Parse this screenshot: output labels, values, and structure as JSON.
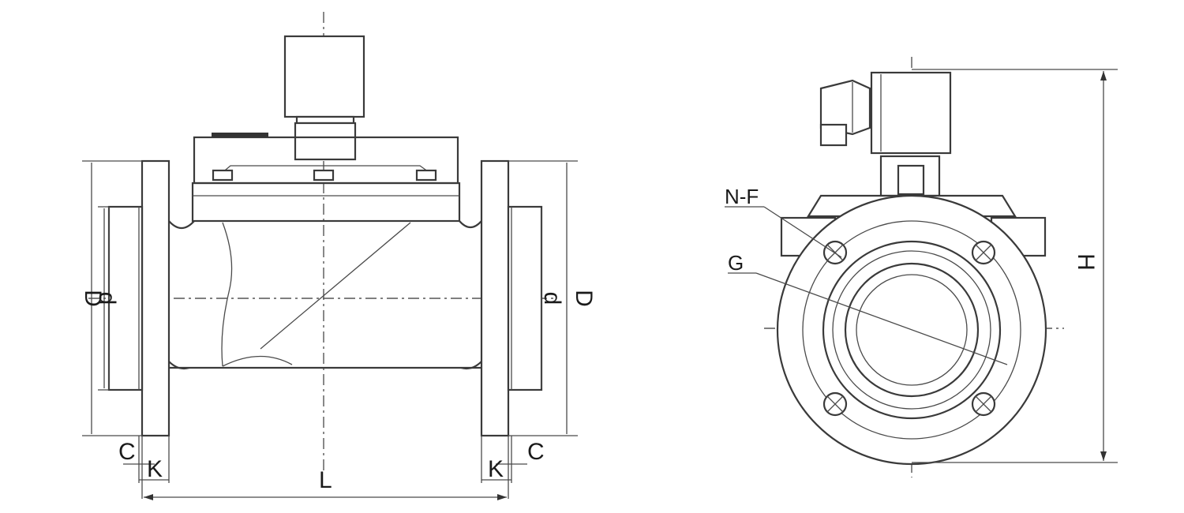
{
  "labels": {
    "side_D_left": "D",
    "side_d_left": "d",
    "side_d_right": "d",
    "side_D_right": "D",
    "C_left": "C",
    "K_left": "K",
    "L": "L",
    "K_right": "K",
    "C_right": "C",
    "NF": "N-F",
    "G": "G",
    "H": "H"
  }
}
